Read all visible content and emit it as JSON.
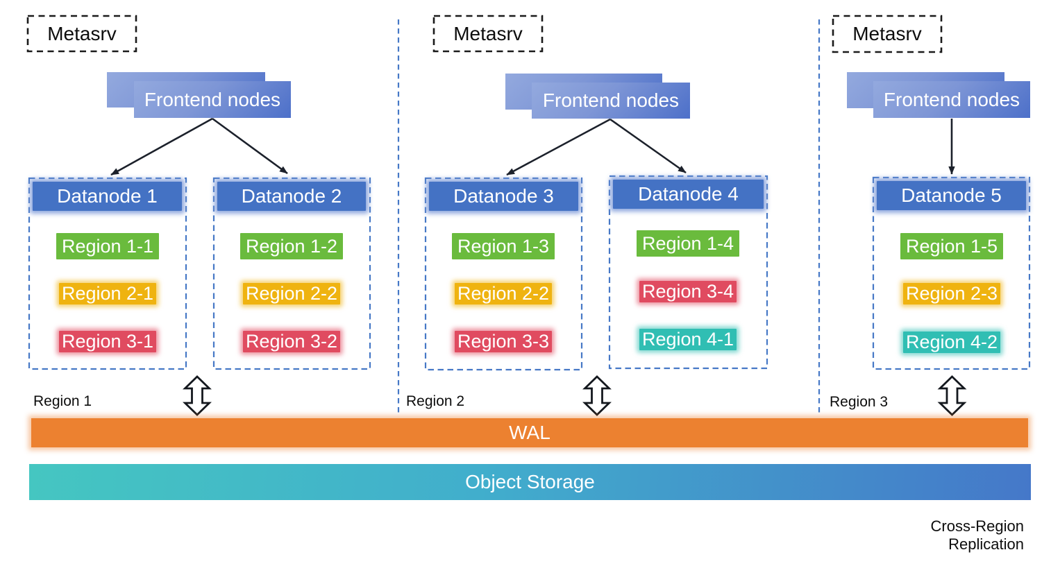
{
  "diagram": {
    "background": "#ffffff",
    "colors": {
      "metasrv_dash": "#1a1a1a",
      "dashed_blue": "#4678c6",
      "arrow_ink": "#1c212b",
      "frontend_gradient_light": "#93a9de",
      "frontend_gradient_dark": "#4d70c9",
      "datanode_header_blue": "#4472c4",
      "chip_green": "#6abb3d",
      "chip_yellow": "#efb310",
      "chip_red": "#e04b60",
      "chip_teal": "#30beb3",
      "wal_orange": "#ec8130",
      "object_storage_teal": "#45c6c1",
      "object_storage_blue": "#4578c9",
      "text_dark": "#0d0d0d",
      "text_light": "#ffffff"
    }
  },
  "regions": [
    {
      "label": "Region 1",
      "metasrv_label": "Metasrv",
      "frontend_label": "Frontend nodes"
    },
    {
      "label": "Region 2",
      "metasrv_label": "Metasrv",
      "frontend_label": "Frontend nodes"
    },
    {
      "label": "Region 3",
      "metasrv_label": "Metasrv",
      "frontend_label": "Frontend nodes"
    }
  ],
  "datanodes": [
    {
      "title": "Datanode 1",
      "chips": [
        {
          "label": "Region 1-1",
          "color": "green"
        },
        {
          "label": "Region 2-1",
          "color": "yellow"
        },
        {
          "label": "Region 3-1",
          "color": "red"
        }
      ]
    },
    {
      "title": "Datanode 2",
      "chips": [
        {
          "label": "Region 1-2",
          "color": "green"
        },
        {
          "label": "Region 2-2",
          "color": "yellow"
        },
        {
          "label": "Region 3-2",
          "color": "red"
        }
      ]
    },
    {
      "title": "Datanode 3",
      "chips": [
        {
          "label": "Region 1-3",
          "color": "green"
        },
        {
          "label": "Region 2-2",
          "color": "yellow"
        },
        {
          "label": "Region 3-3",
          "color": "red"
        }
      ]
    },
    {
      "title": "Datanode 4",
      "chips": [
        {
          "label": "Region 1-4",
          "color": "green"
        },
        {
          "label": "Region 3-4",
          "color": "red"
        },
        {
          "label": "Region 4-1",
          "color": "teal"
        }
      ]
    },
    {
      "title": "Datanode 5",
      "chips": [
        {
          "label": "Region 1-5",
          "color": "green"
        },
        {
          "label": "Region 2-3",
          "color": "yellow"
        },
        {
          "label": "Region 4-2",
          "color": "teal"
        }
      ]
    }
  ],
  "wal": {
    "label": "WAL"
  },
  "object_storage": {
    "label": "Object Storage"
  },
  "footnote": {
    "label": "Cross-Region Replication",
    "line1": "Cross-Region",
    "line2": "Replication"
  }
}
